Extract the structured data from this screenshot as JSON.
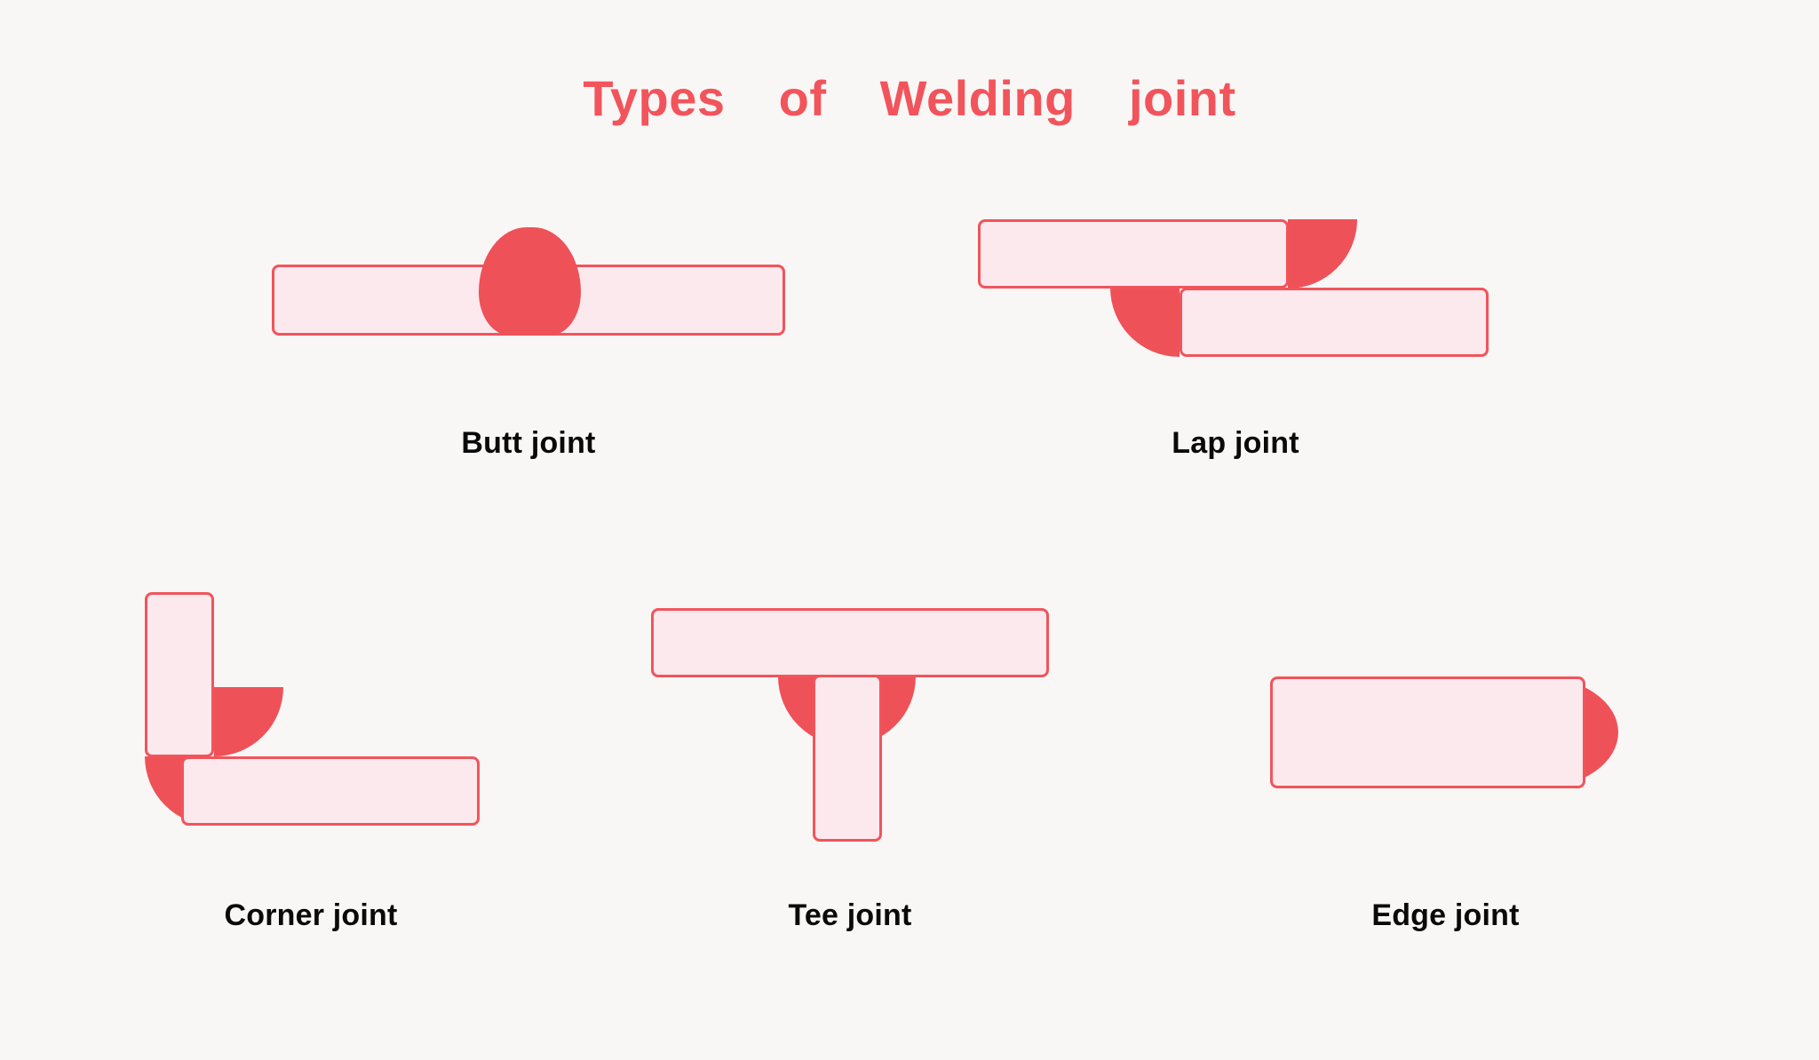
{
  "page": {
    "title": "Types  of  Welding  joint",
    "background_color": "#f9f7f6",
    "accent_color": "#f2545b",
    "plate_fill_color": "#fbe9ee",
    "weld_color": "#ef5158",
    "label_color": "#0a0a0a"
  },
  "diagram": {
    "kind": "welding-joint-types",
    "joints": [
      {
        "id": "butt",
        "label": "Butt joint",
        "weld_type": "v-groove-butt-weld"
      },
      {
        "id": "lap",
        "label": "Lap joint",
        "weld_type": "fillet-weld-both-sides"
      },
      {
        "id": "corner",
        "label": "Corner joint",
        "weld_type": "fillet-weld-corner"
      },
      {
        "id": "tee",
        "label": "Tee joint",
        "weld_type": "fillet-weld-both-sides"
      },
      {
        "id": "edge",
        "label": "Edge joint",
        "weld_type": "edge-weld-bead"
      }
    ]
  }
}
